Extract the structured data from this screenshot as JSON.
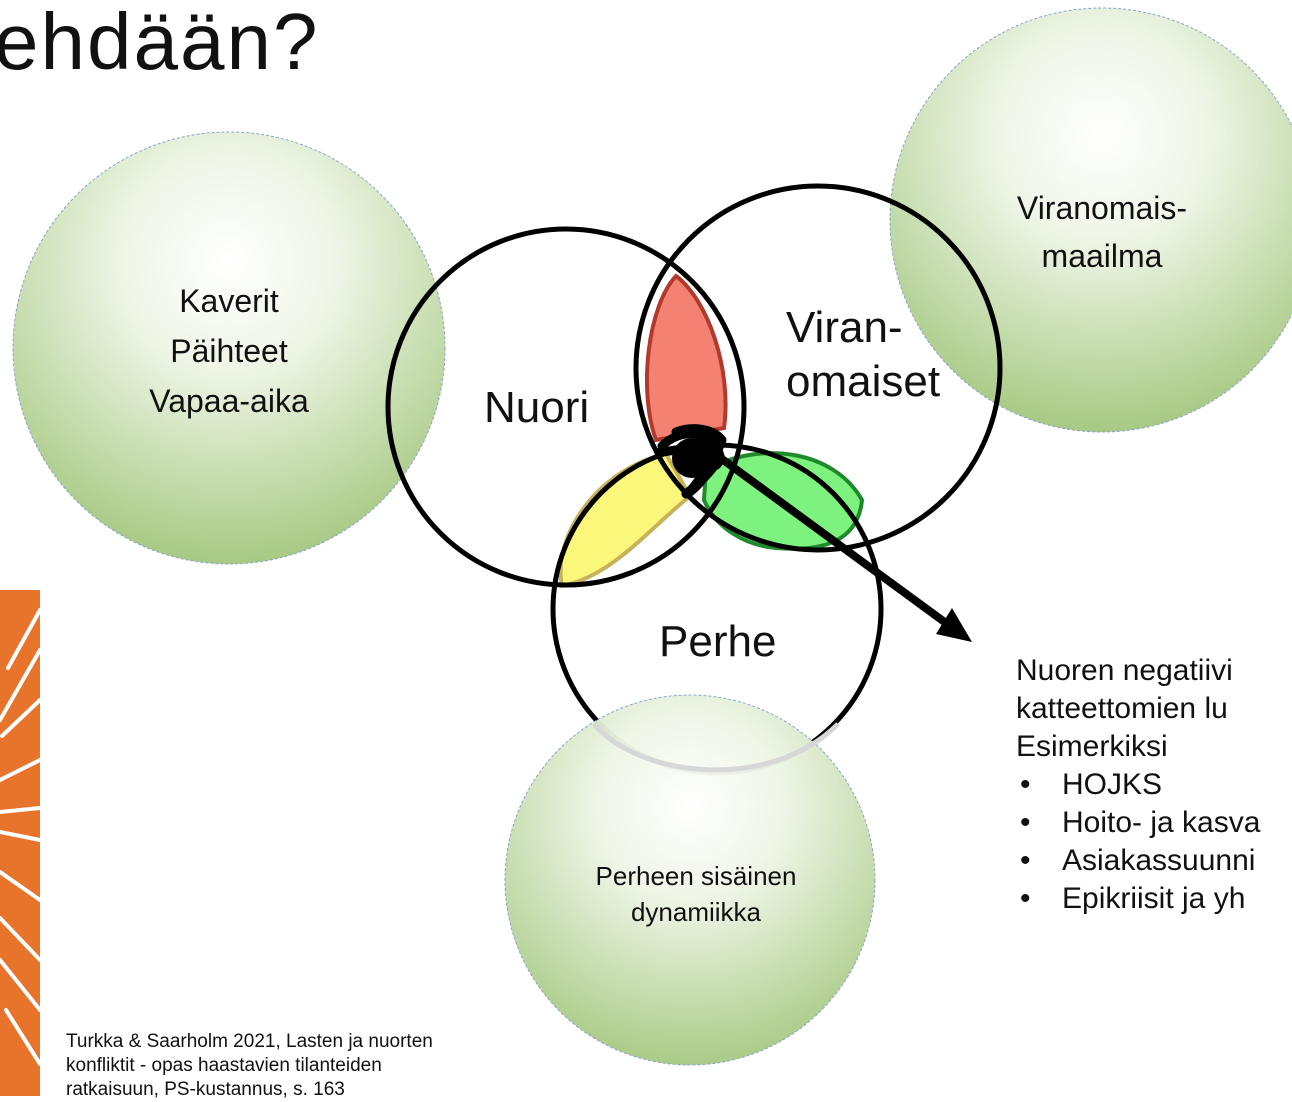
{
  "title": "ehdään?",
  "circles": {
    "nuori": "Nuori",
    "viranomaiset": [
      "Viran-",
      "omaiset"
    ],
    "perhe": "Perhe"
  },
  "bubbles": {
    "kaverit": [
      "Kaverit",
      "Päihteet",
      "Vapaa-aika"
    ],
    "viranomaismaailma": [
      "Viranomais-",
      "maailma"
    ],
    "perheen": [
      "Perheen sisäinen",
      "dynamiikka"
    ]
  },
  "note": {
    "lines": [
      "Nuoren negatiivi",
      "katteettomien lu",
      "Esimerkiksi"
    ],
    "items": [
      "HOJKS",
      "Hoito- ja kasva",
      "Asiakassuunni",
      "Epikriisit ja yh"
    ]
  },
  "citation": [
    "Turkka & Saarholm 2021, Lasten ja nuorten",
    "konfliktit - opas haastavien tilanteiden",
    "ratkaisuun, PS-kustannus, s. 163"
  ],
  "colors": {
    "orange_accent": "#E8732B",
    "bubble_green": "#A9CB85",
    "overlap_red": "#F48272",
    "overlap_yellow": "#FAF77A",
    "overlap_green": "#7EF27E"
  }
}
